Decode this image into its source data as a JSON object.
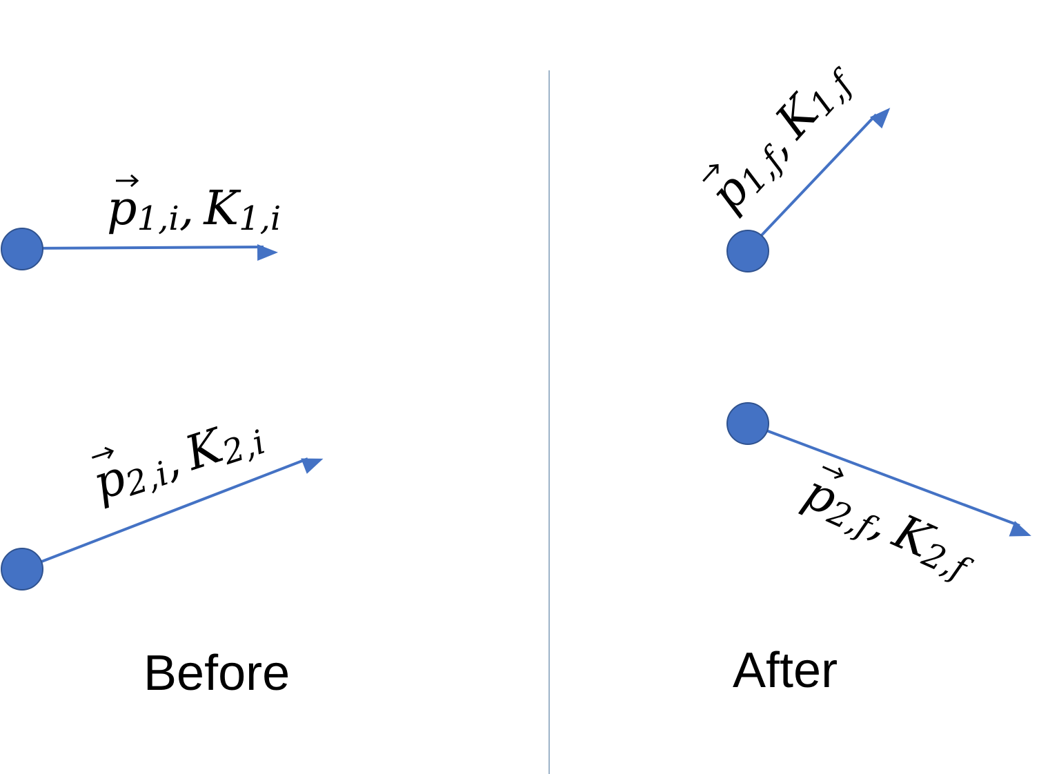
{
  "colors": {
    "particle": "#4472C4",
    "particle_outline": "#2F528F",
    "arrow": "#4472C4",
    "divider": "#9DB3C8",
    "text": "#000000"
  },
  "before": {
    "caption": "Before",
    "particle1": {
      "symbol_p": "p",
      "sub_p": "1,i",
      "separator": ",",
      "symbol_k": "K",
      "sub_k": "1,i"
    },
    "particle2": {
      "symbol_p": "p",
      "sub_p": "2,i",
      "separator": ",",
      "symbol_k": "K",
      "sub_k": "2,i"
    }
  },
  "after": {
    "caption": "After",
    "particle1": {
      "symbol_p": "p",
      "sub_p": "1,f",
      "separator": ",",
      "symbol_k": "K",
      "sub_k": "1,f"
    },
    "particle2": {
      "symbol_p": "p",
      "sub_p": "2,f",
      "separator": ",",
      "symbol_k": "K",
      "sub_k": "2,f"
    }
  }
}
